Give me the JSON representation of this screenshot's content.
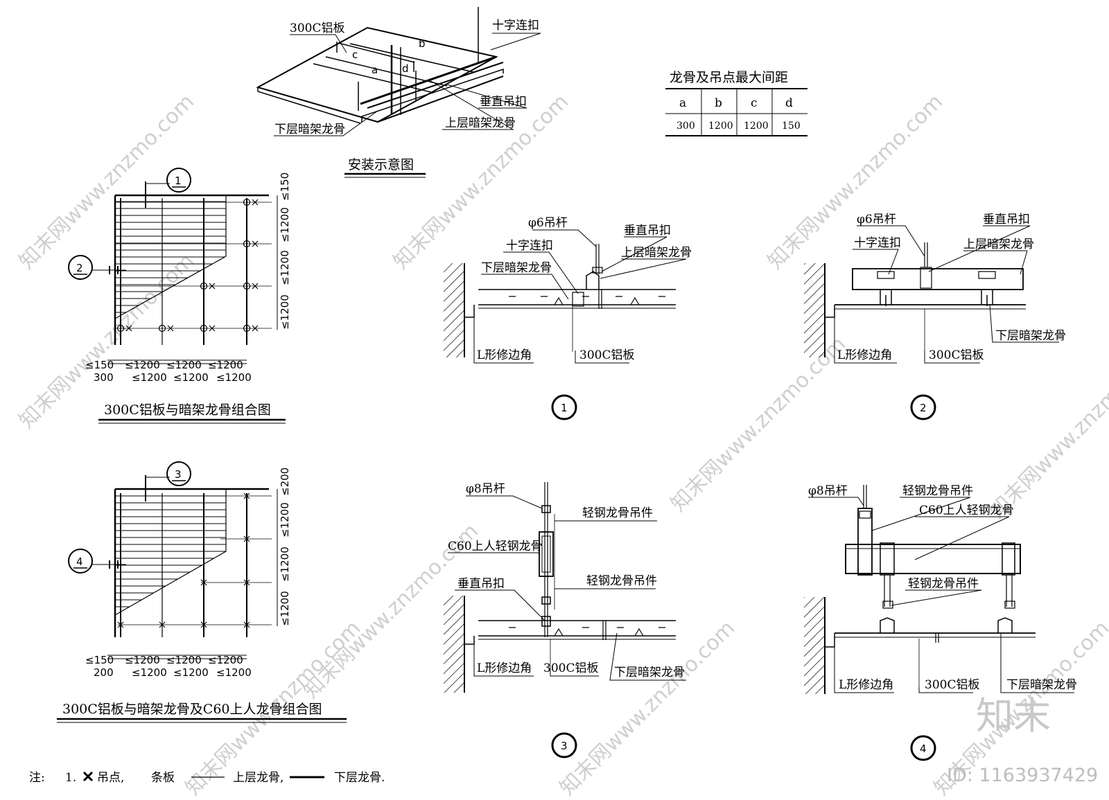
{
  "watermark": {
    "text": "知末网www.znzmo.com",
    "logo": "知末",
    "id_text": "ID: 1163937429"
  },
  "install_view": {
    "title": "安装示意图",
    "labels": {
      "panel": "300C铝板",
      "cross_clip": "十字连扣",
      "vertical_clip": "垂直吊扣",
      "lower_keel": "下层暗架龙骨",
      "upper_keel": "上层暗架龙骨"
    },
    "dim_letters": {
      "a": "a",
      "b": "b",
      "c": "c",
      "d": "d"
    }
  },
  "spacing_table": {
    "title": "龙骨及吊点最大间距",
    "headers": [
      "a",
      "b",
      "c",
      "d"
    ],
    "values": [
      "300",
      "1200",
      "1200",
      "150"
    ]
  },
  "plan1": {
    "title": "300C铝板与暗架龙骨组合图",
    "marker_1": "1",
    "marker_2": "2",
    "dims_top": [
      "≤150",
      "≤1200",
      "≤1200",
      "≤1200"
    ],
    "dims_bottom": [
      "300",
      "≤1200",
      "≤1200",
      "≤1200"
    ],
    "dims_right": [
      "≤150",
      "≤1200",
      "≤1200",
      "≤1200"
    ]
  },
  "plan2": {
    "title": "300C铝板与暗架龙骨及C60上人龙骨组合图",
    "marker_3": "3",
    "marker_4": "4",
    "dims_top": [
      "≤150",
      "≤1200",
      "≤1200",
      "≤1200"
    ],
    "dims_bottom": [
      "200",
      "≤1200",
      "≤1200",
      "≤1200"
    ],
    "dims_right": [
      "≤200",
      "≤1200",
      "≤1200",
      "≤1200"
    ]
  },
  "detail1": {
    "number": "1",
    "labels": {
      "rod": "φ6吊杆",
      "vertical_clip": "垂直吊扣",
      "cross_clip": "十字连扣",
      "upper_keel": "上层暗架龙骨",
      "lower_keel": "下层暗架龙骨",
      "trim": "L形修边角",
      "panel": "300C铝板"
    }
  },
  "detail2": {
    "number": "2",
    "labels": {
      "rod": "φ6吊杆",
      "vertical_clip": "垂直吊扣",
      "cross_clip": "十字连扣",
      "upper_keel": "上层暗架龙骨",
      "trim": "L形修边角",
      "panel": "300C铝板",
      "lower_keel": "下层暗架龙骨"
    }
  },
  "detail3": {
    "number": "3",
    "labels": {
      "rod": "φ8吊杆",
      "hanger_top": "轻钢龙骨吊件",
      "c60": "C60上人轻钢龙骨",
      "hanger_bottom": "轻钢龙骨吊件",
      "vertical_clip": "垂直吊扣",
      "trim": "L形修边角",
      "panel": "300C铝板",
      "lower_keel": "下层暗架龙骨"
    }
  },
  "detail4": {
    "number": "4",
    "labels": {
      "rod": "φ8吊杆",
      "hanger_top": "轻钢龙骨吊件",
      "c60": "C60上人轻钢龙骨",
      "hanger_bottom": "轻钢龙骨吊件",
      "trim": "L形修边角",
      "panel": "300C铝板",
      "lower_keel": "下层暗架龙骨"
    }
  },
  "legend": {
    "note": "注:",
    "item_no": "1.",
    "hang_point": "吊点,",
    "strip": "条板",
    "upper": "上层龙骨,",
    "lower": "下层龙骨."
  }
}
